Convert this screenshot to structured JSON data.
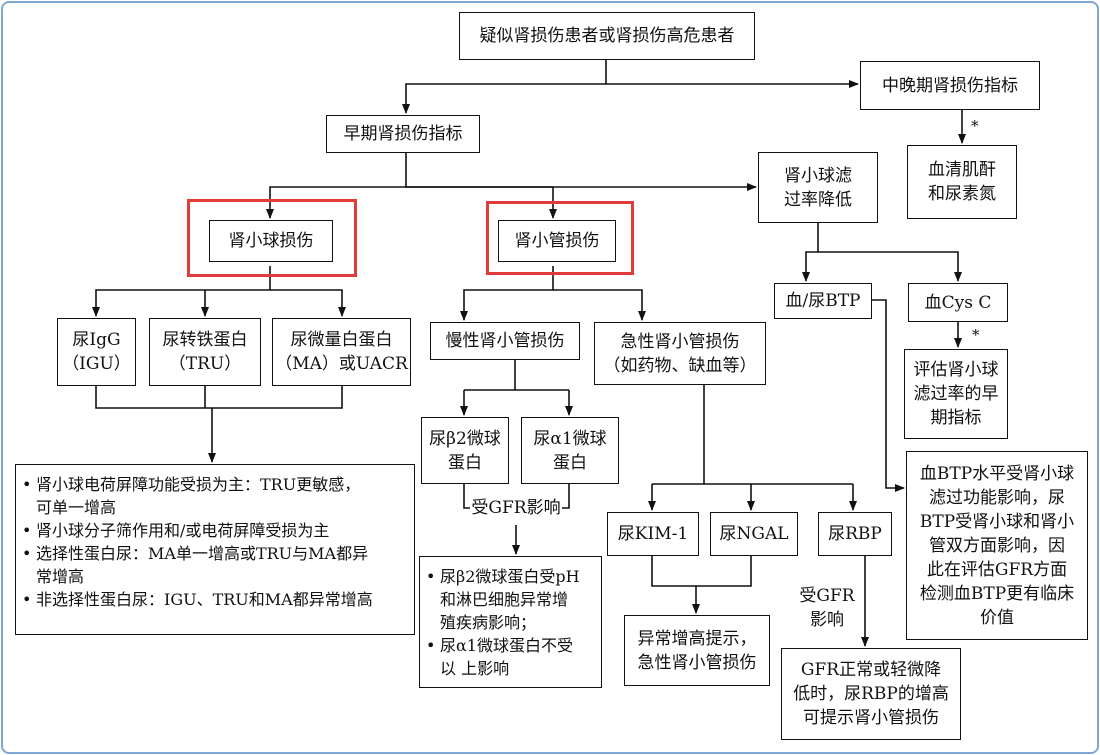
{
  "nodes": {
    "root": "疑似肾损伤患者或肾损伤高危患者",
    "late_indicators": "中晚期肾损伤指标",
    "scr_bun": "血清肌酐\n和尿素氮",
    "early_indicators": "早期肾损伤指标",
    "gfr_decrease": "肾小球滤\n过率降低",
    "glomerular_injury": "肾小球损伤",
    "tubular_injury": "肾小管损伤",
    "blood_urine_btp": "血/尿BTP",
    "blood_cysc": "血Cys C",
    "gfr_early_indicator": "评估肾小球\n滤过率的早\n期指标",
    "urine_igg": "尿IgG\n（IGU）",
    "urine_transferrin": "尿转铁蛋白\n（TRU）",
    "urine_microalbumin": "尿微量白蛋白\n（MA）或UACR",
    "chronic_tubular": "慢性肾小管损伤",
    "acute_tubular": "急性肾小管损伤\n（如药物、缺血等）",
    "beta2_mg": "尿β2微球\n蛋白",
    "alpha1_mg": "尿α1微球\n蛋白",
    "gfr_affected": "受GFR影响",
    "kim1": "尿KIM-1",
    "ngal": "尿NGAL",
    "rbp": "尿RBP",
    "rbp_gfr_affected": "受GFR\n影响",
    "abnormal_acute": "异常增高提示，\n急性肾小管损伤",
    "rbp_note": "GFR正常或轻微降\n低时，尿RBP的增高\n可提示肾小管损伤",
    "btp_note": "血BTP水平受肾小球\n滤过功能影响，尿\nBTP受肾小球和肾小\n管双方面影响，因\n此在评估GFR方面\n检测血BTP更有临床\n价值",
    "star_1": "*",
    "star_2": "*"
  },
  "glomerular_notes": [
    "肾小球电荷屏障功能受损为主：TRU更敏感，\n可单一增高",
    "肾小球分子筛作用和/或电荷屏障受损为主",
    "选择性蛋白尿：MA单一增高或TRU与MA都异\n常增高",
    "非选择性蛋白尿：IGU、TRU和MA都异常增高"
  ],
  "microglobulin_notes": [
    "尿β2微球蛋白受pH\n和淋巴细胞异常增\n殖疾病影响；",
    "尿α1微球蛋白不受\n以 上影响"
  ],
  "colors": {
    "frame": "#7fa7d4",
    "highlight": "#e23b3b",
    "line": "#111111"
  }
}
